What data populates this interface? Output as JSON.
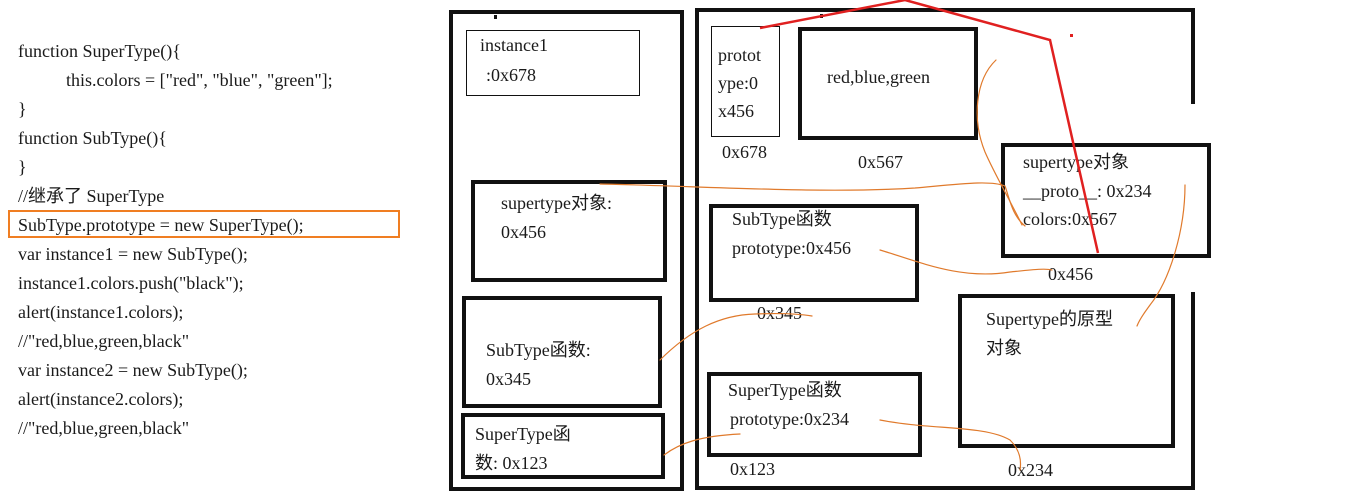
{
  "code": {
    "lines": [
      "function SuperType(){",
      "this.colors = [\"red\", \"blue\", \"green\"];",
      "}",
      "function SubType(){",
      "}",
      "//继承了 SuperType",
      "SubType.prototype = new SuperType();",
      "var instance1 = new SubType();",
      "instance1.colors.push(\"black\");",
      "alert(instance1.colors);",
      "//\"red,blue,green,black\"",
      "var instance2 = new SubType();",
      "alert(instance2.colors);",
      "//\"red,blue,green,black\""
    ],
    "highlight_line": 6
  },
  "stack": {
    "instance1": {
      "line1": "instance1",
      "line2": ":0x678"
    },
    "supertype_obj": {
      "line1": "supertype对象:",
      "line2": "0x456"
    },
    "subtype_fn": {
      "line1": "SubType函数:",
      "line2": "0x345"
    },
    "supertype_fn": {
      "line1": "SuperType函",
      "line2": "数: 0x123"
    }
  },
  "heap": {
    "proto_box": {
      "line1": "protot",
      "line2": "ype:0",
      "line3": "x456",
      "addr": "0x678"
    },
    "colors_arr": {
      "value": "red,blue,green",
      "addr": "0x567"
    },
    "supertype_obj": {
      "line1": "supertype对象",
      "line2": "__proto__: 0x234",
      "line3": "colors:0x567",
      "addr": "0x456"
    },
    "subtype_fn": {
      "line1": "SubType函数",
      "line2": "prototype:0x456",
      "addr": "0x345"
    },
    "supertype_proto": {
      "line1": "Supertype的原型",
      "line2": "对象",
      "addr": "0x234"
    },
    "supertype_fn": {
      "line1": "SuperType函数",
      "line2": "prototype:0x234",
      "addr": "0x123"
    }
  },
  "colors": {
    "highlight": "#f07e22",
    "connector": "#e07a2c",
    "red_arrow": "#e02020"
  }
}
